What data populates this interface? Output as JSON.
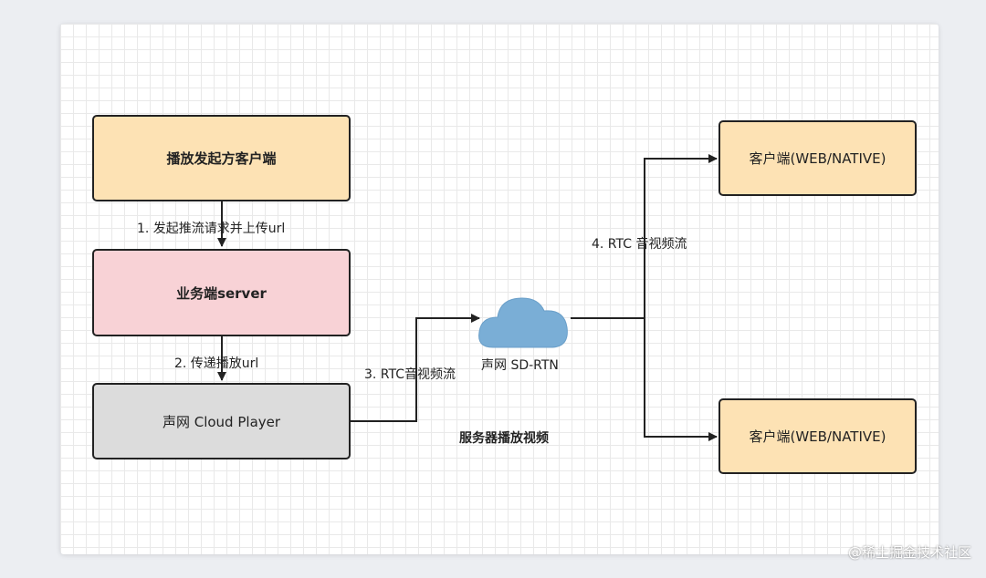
{
  "nodes": {
    "initiator": {
      "label": "播放发起方客户端",
      "color": "#fde2b4"
    },
    "business_server": {
      "label": "业务端server",
      "color": "#f8d2d6"
    },
    "cloud_player": {
      "label": "声网 Cloud Player",
      "color": "#dcdcdc"
    },
    "sdrtn": {
      "label": "声网 SD-RTN",
      "color": "#7aaed6"
    },
    "client_top": {
      "label": "客户端(WEB/NATIVE)",
      "color": "#fde2b4"
    },
    "client_bottom": {
      "label": "客户端(WEB/NATIVE)",
      "color": "#fde2b4"
    }
  },
  "edges": {
    "step1": "1. 发起推流请求并上传url",
    "step2": "2. 传递播放url",
    "step3": "3. RTC音视频流",
    "step4": "4. RTC 音视频流"
  },
  "caption": "服务器播放视频",
  "watermark": "@稀土掘金技术社区"
}
